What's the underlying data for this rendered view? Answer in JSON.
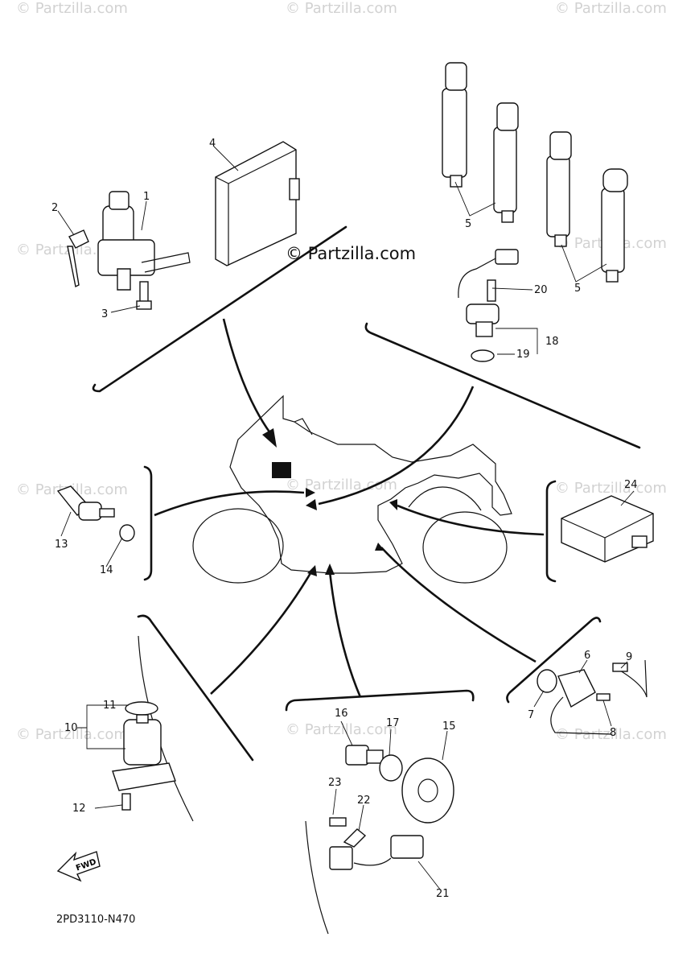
{
  "diagram": {
    "reference_code": "2PD3110-N470",
    "fwd_label": "FWD",
    "watermark_main": "© Partzilla.com",
    "watermark_small": "© Partzilla.com",
    "callouts": [
      "1",
      "2",
      "3",
      "4",
      "5",
      "5",
      "6",
      "7",
      "8",
      "9",
      "10",
      "11",
      "12",
      "13",
      "14",
      "15",
      "16",
      "17",
      "18",
      "19",
      "20",
      "21",
      "22",
      "23",
      "24"
    ]
  }
}
